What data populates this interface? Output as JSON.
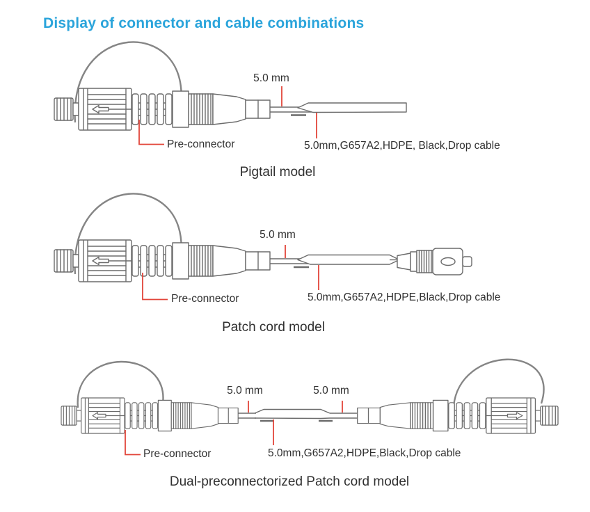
{
  "title": "Display of connector and cable combinations",
  "figures": [
    {
      "caption": "Pigtail model",
      "diameter_label": "5.0 mm",
      "pre_connector_label": "Pre-connector",
      "cable_label": "5.0mm,G657A2,HDPE, Black,Drop cable"
    },
    {
      "caption": "Patch cord model",
      "diameter_label": "5.0 mm",
      "pre_connector_label": "Pre-connector",
      "cable_label": "5.0mm,G657A2,HDPE,Black,Drop cable"
    },
    {
      "caption": "Dual-preconnectorized Patch cord model",
      "diameter_label_left": "5.0 mm",
      "diameter_label_right": "5.0 mm",
      "pre_connector_label": "Pre-connector",
      "cable_label": "5.0mm,G657A2,HDPE,Black,Drop cable"
    }
  ],
  "colors": {
    "accent_blue": "#2aa4db",
    "leader_red": "#e2453a",
    "line_gray": "#6b6b6b",
    "text_dark": "#303030"
  }
}
